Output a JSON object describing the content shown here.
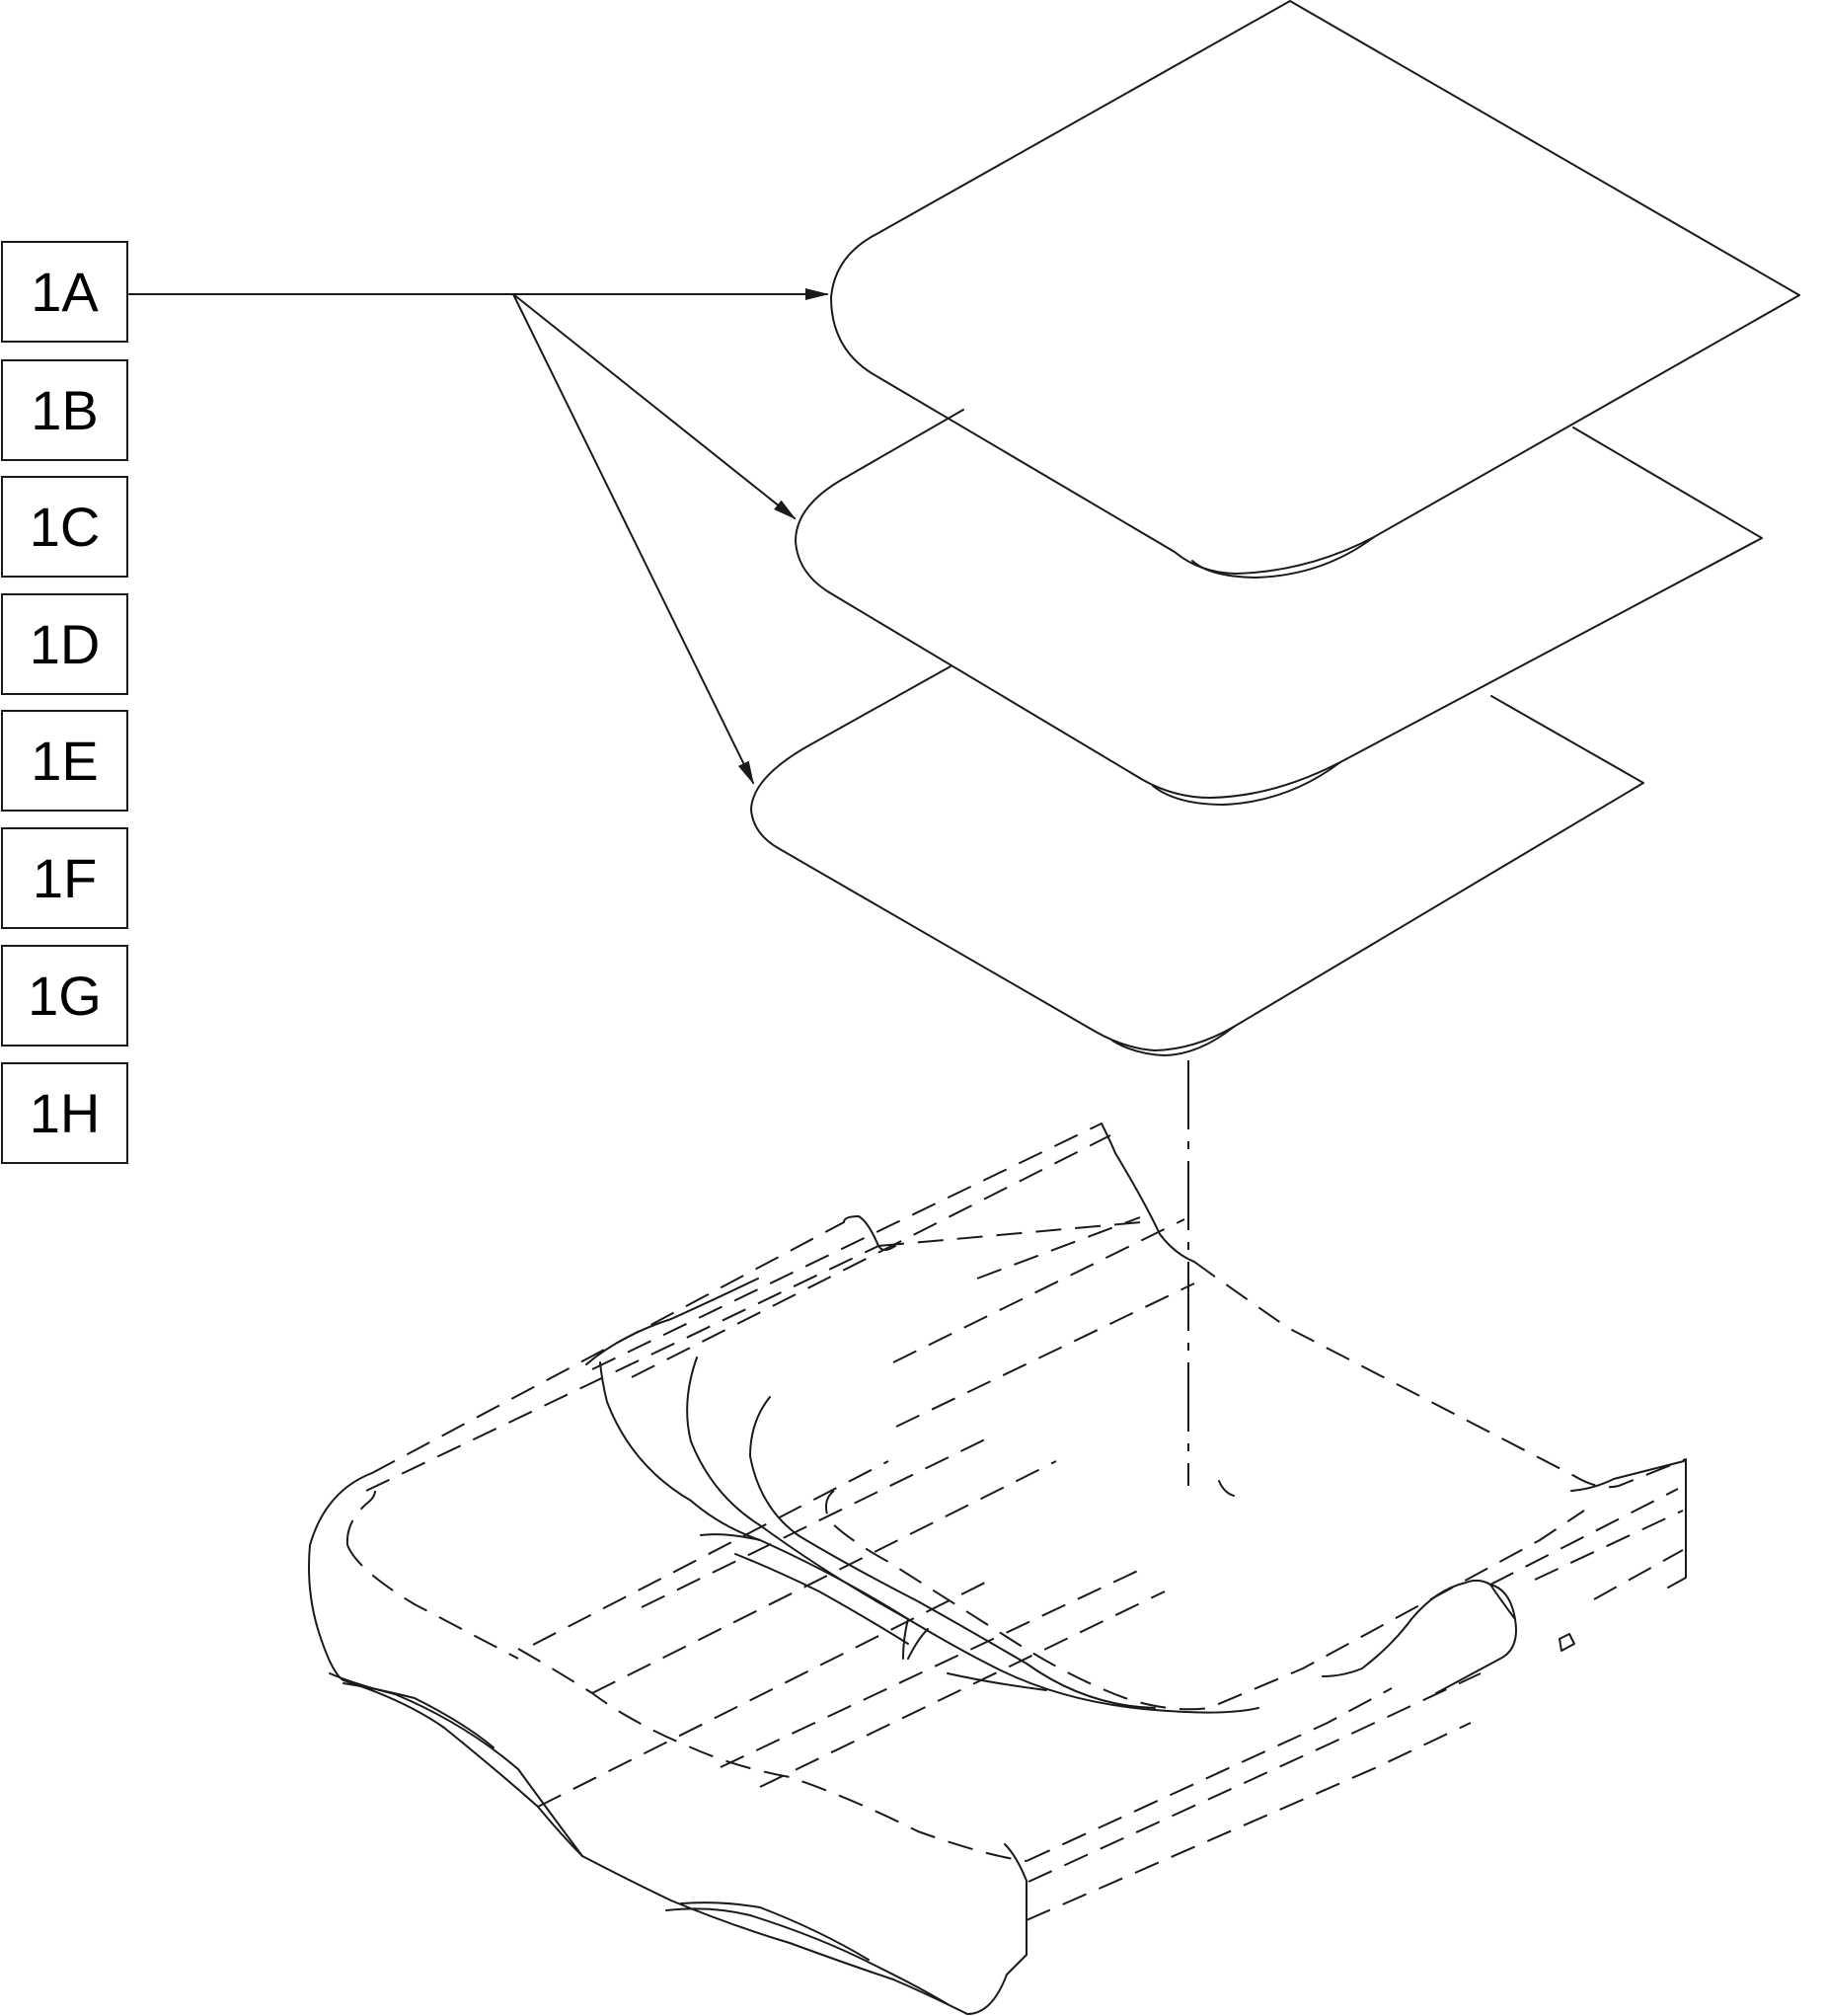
{
  "labels": [
    {
      "id": "1A"
    },
    {
      "id": "1B"
    },
    {
      "id": "1C"
    },
    {
      "id": "1D"
    },
    {
      "id": "1E"
    },
    {
      "id": "1F"
    },
    {
      "id": "1G"
    },
    {
      "id": "1H"
    }
  ]
}
